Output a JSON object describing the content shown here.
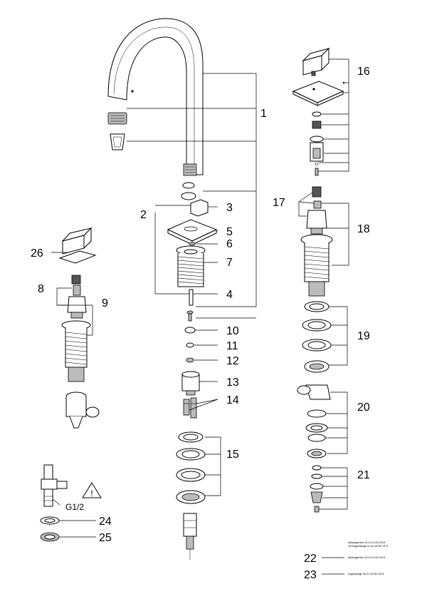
{
  "callouts": {
    "c1": "1",
    "c2": "2",
    "c3": "3",
    "c4": "4",
    "c5": "5",
    "c6": "6",
    "c7": "7",
    "c8": "8",
    "c9": "9",
    "c10": "10",
    "c11": "11",
    "c12": "12",
    "c13": "13",
    "c14": "14",
    "c15": "15",
    "c16": "16",
    "c17": "17",
    "c18": "18",
    "c19": "19",
    "c20": "20",
    "c21": "21",
    "c22": "22",
    "c23": "23",
    "c24": "24",
    "c25": "25",
    "c26": "26"
  },
  "labels": {
    "thread": "G1/2",
    "warning_symbol": "!"
  },
  "notes": {
    "n22_line1": "Ablaufgarnitur 04.11.01.001.00-ff",
    "n22_line2": "mit Kugelstange 04.31.09.057.01-ff",
    "n22_line3": "Ablaufgarnitur 04.11.01.001.00-ff",
    "n23": "Kugelstange 06.31.09.057.00-ff"
  }
}
